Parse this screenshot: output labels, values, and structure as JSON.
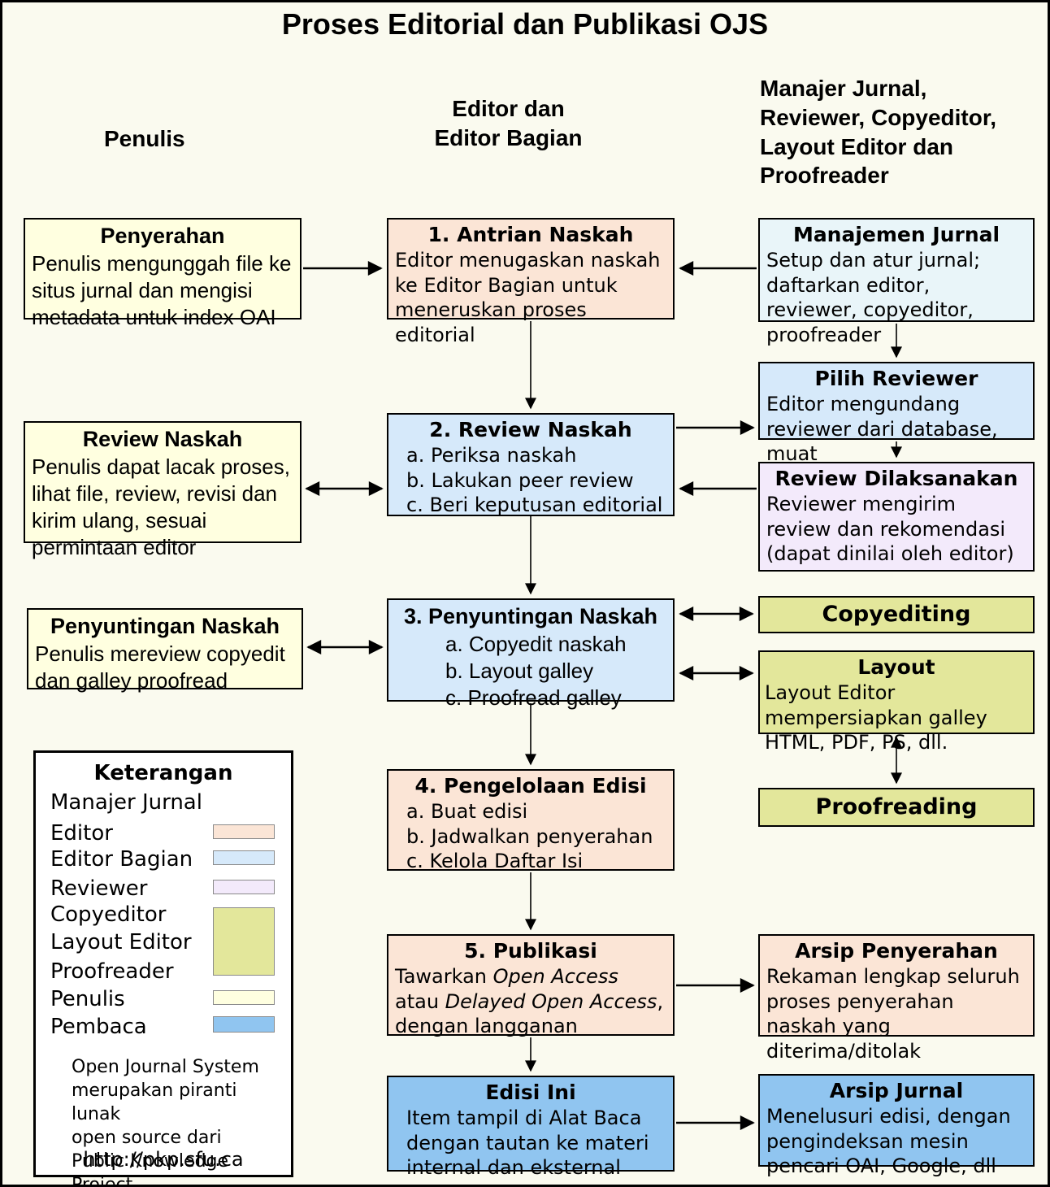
{
  "title": "Proses Editorial dan Publikasi OJS",
  "column_headers": {
    "penulis": "Penulis",
    "editor": "Editor dan\nEditor Bagian",
    "others": "Manajer Jurnal,\nReviewer, Copyeditor,\nLayout Editor dan\nProofreader"
  },
  "colors": {
    "background": "#FAFAEF",
    "manajer_jurnal": "#E9F5F9",
    "editor": "#FBE5D6",
    "editor_bagian": "#D6E9FA",
    "reviewer": "#F3EAFB",
    "copyeditor_layout_proofreader": "#E3E79B",
    "penulis": "#FFFFE0",
    "pembaca": "#90C5F0"
  },
  "penulis_column": {
    "penyerahan": {
      "title": "Penyerahan",
      "body": "Penulis mengunggah file ke situs jurnal dan mengisi metadata untuk index OAI"
    },
    "review_naskah": {
      "title": "Review Naskah",
      "body": "Penulis dapat lacak proses, lihat file, review, revisi dan kirim ulang, sesuai permintaan editor"
    },
    "penyuntingan_naskah": {
      "title": "Penyuntingan Naskah",
      "body": "Penulis mereview copyedit dan galley proofread"
    }
  },
  "editor_column": {
    "antrian_naskah": {
      "title": "1. Antrian Naskah",
      "body": "Editor menugaskan naskah ke Editor Bagian untuk meneruskan proses editorial"
    },
    "review_naskah": {
      "title": "2. Review Naskah",
      "items": "a. Periksa naskah\nb. Lakukan peer review\nc. Beri keputusan editorial"
    },
    "penyuntingan_naskah": {
      "title": "3. Penyuntingan Naskah",
      "items": "a. Copyedit naskah\nb. Layout galley\nc. Proofread galley"
    },
    "pengelolaan_edisi": {
      "title": "4. Pengelolaan Edisi",
      "items": "a. Buat edisi\nb. Jadwalkan penyerahan\nc. Kelola Daftar Isi"
    },
    "publikasi": {
      "title": "5. Publikasi",
      "body_parts": [
        {
          "text": "Tawarkan ",
          "italic": false
        },
        {
          "text": "Open Access",
          "italic": true
        },
        {
          "text": " atau ",
          "italic": false
        },
        {
          "text": "Delayed Open Access",
          "italic": true
        },
        {
          "text": ", dengan langganan",
          "italic": false
        }
      ]
    },
    "edisi_ini": {
      "title": "Edisi Ini",
      "body": "Item tampil di Alat Baca dengan tautan ke materi internal dan eksternal"
    }
  },
  "manajer_column": {
    "manajemen_jurnal": {
      "title": "Manajemen Jurnal",
      "body": "Setup dan atur jurnal; daftarkan editor, reviewer, copyeditor, proofreader"
    },
    "pilih_reviewer": {
      "title": "Pilih Reviewer",
      "body": "Editor mengundang reviewer dari database, muat"
    },
    "review_dilaksanakan": {
      "title": "Review Dilaksanakan",
      "body": "Reviewer mengirim review dan rekomendasi (dapat dinilai oleh editor)"
    },
    "copyediting": {
      "title": "Copyediting"
    },
    "layout": {
      "title": "Layout",
      "body": "Layout Editor mempersiapkan galley HTML, PDF, PS, dll."
    },
    "proofreading": {
      "title": "Proofreading"
    },
    "arsip_penyerahan": {
      "title": "Arsip Penyerahan",
      "body": "Rekaman lengkap seluruh proses penyerahan naskah yang diterima/ditolak"
    },
    "arsip_jurnal": {
      "title": "Arsip Jurnal",
      "body": "Menelusuri edisi, dengan pengindeksan mesin pencari OAI, Google, dll"
    }
  },
  "legend": {
    "title": "Keterangan",
    "items": [
      {
        "label": "Manajer Jurnal"
      },
      {
        "label": "Editor"
      },
      {
        "label": "Editor Bagian"
      },
      {
        "label": "Reviewer"
      },
      {
        "label": "Copyeditor"
      },
      {
        "label": "Layout Editor"
      },
      {
        "label": "Proofreader"
      },
      {
        "label": "Penulis"
      },
      {
        "label": "Pembaca"
      }
    ],
    "footer": "Open Journal System\nmerupakan piranti lunak\nopen source dari\nPublic Knowledge Project",
    "url": "http://pkp.sfu.ca"
  }
}
